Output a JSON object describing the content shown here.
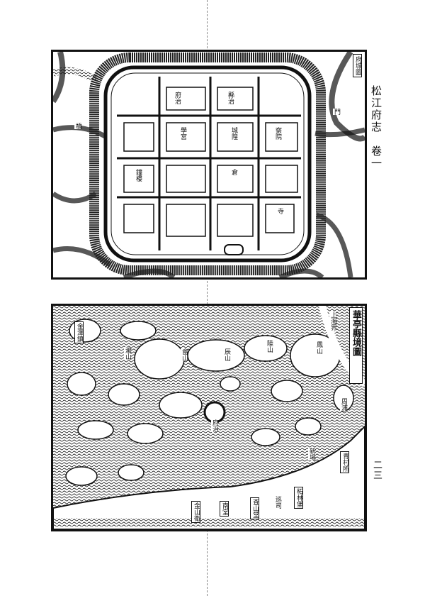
{
  "page": {
    "book_title": "松江府志",
    "volume": "卷一",
    "page_number": "二三"
  },
  "top_map": {
    "title": "府城圖",
    "labels": [
      "府治",
      "縣治",
      "學宮",
      "城隍",
      "察院",
      "鐘樓",
      "倉",
      "寺",
      "橋",
      "門"
    ]
  },
  "bottom_map": {
    "title": "華亭縣境圖",
    "labels": [
      "上海界",
      "金澤鎮",
      "瀧山",
      "鳳山",
      "陸山",
      "畲山",
      "辰山",
      "府治",
      "南堂",
      "金山衛",
      "查山堂",
      "巡司",
      "柘林堡",
      "青村所",
      "新場",
      "周浦"
    ]
  }
}
